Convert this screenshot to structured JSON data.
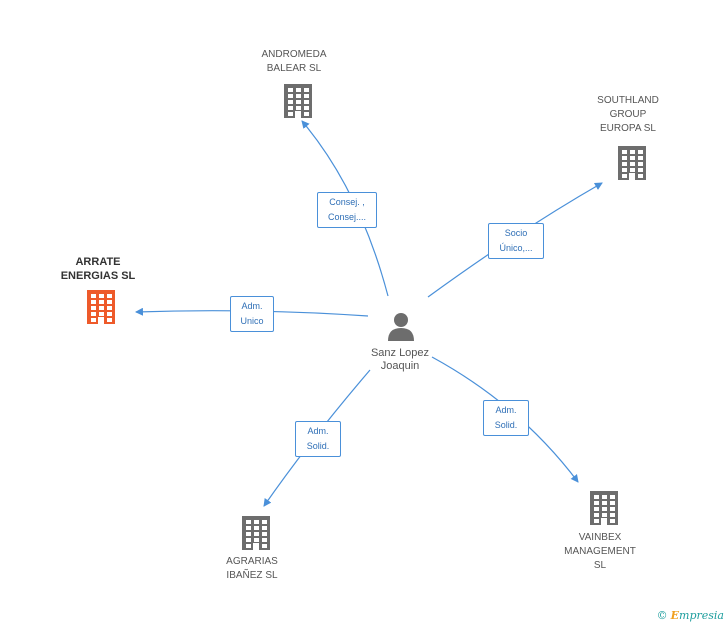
{
  "colors": {
    "edge": "#4a90d9",
    "building": "#6d6d6d",
    "highlight": "#ee5a2a",
    "person": "#6d6d6d"
  },
  "center": {
    "name": "Sanz Lopez\nJoaquin"
  },
  "companies": [
    {
      "id": "andromeda",
      "name": "ANDROMEDA\nBALEAR SL",
      "highlight": false
    },
    {
      "id": "southland",
      "name": "SOUTHLAND\nGROUP\nEUROPA  SL",
      "highlight": false
    },
    {
      "id": "arrate",
      "name": "ARRATE\nENERGIAS SL",
      "highlight": true
    },
    {
      "id": "agrarias",
      "name": "AGRARIAS\nIBAÑEZ SL",
      "highlight": false
    },
    {
      "id": "vainbex",
      "name": "VAINBEX\nMANAGEMENT\nSL",
      "highlight": false
    }
  ],
  "edges": [
    {
      "to": "andromeda",
      "label": "Consej. ,\nConsej...."
    },
    {
      "to": "southland",
      "label": "Socio\nÚnico,..."
    },
    {
      "to": "arrate",
      "label": "Adm.\nUnico"
    },
    {
      "to": "agrarias",
      "label": "Adm.\nSolid."
    },
    {
      "to": "vainbex",
      "label": "Adm.\nSolid."
    }
  ],
  "footer": {
    "copyright": "©",
    "brand_initial": "E",
    "brand_rest": "mpresia"
  }
}
